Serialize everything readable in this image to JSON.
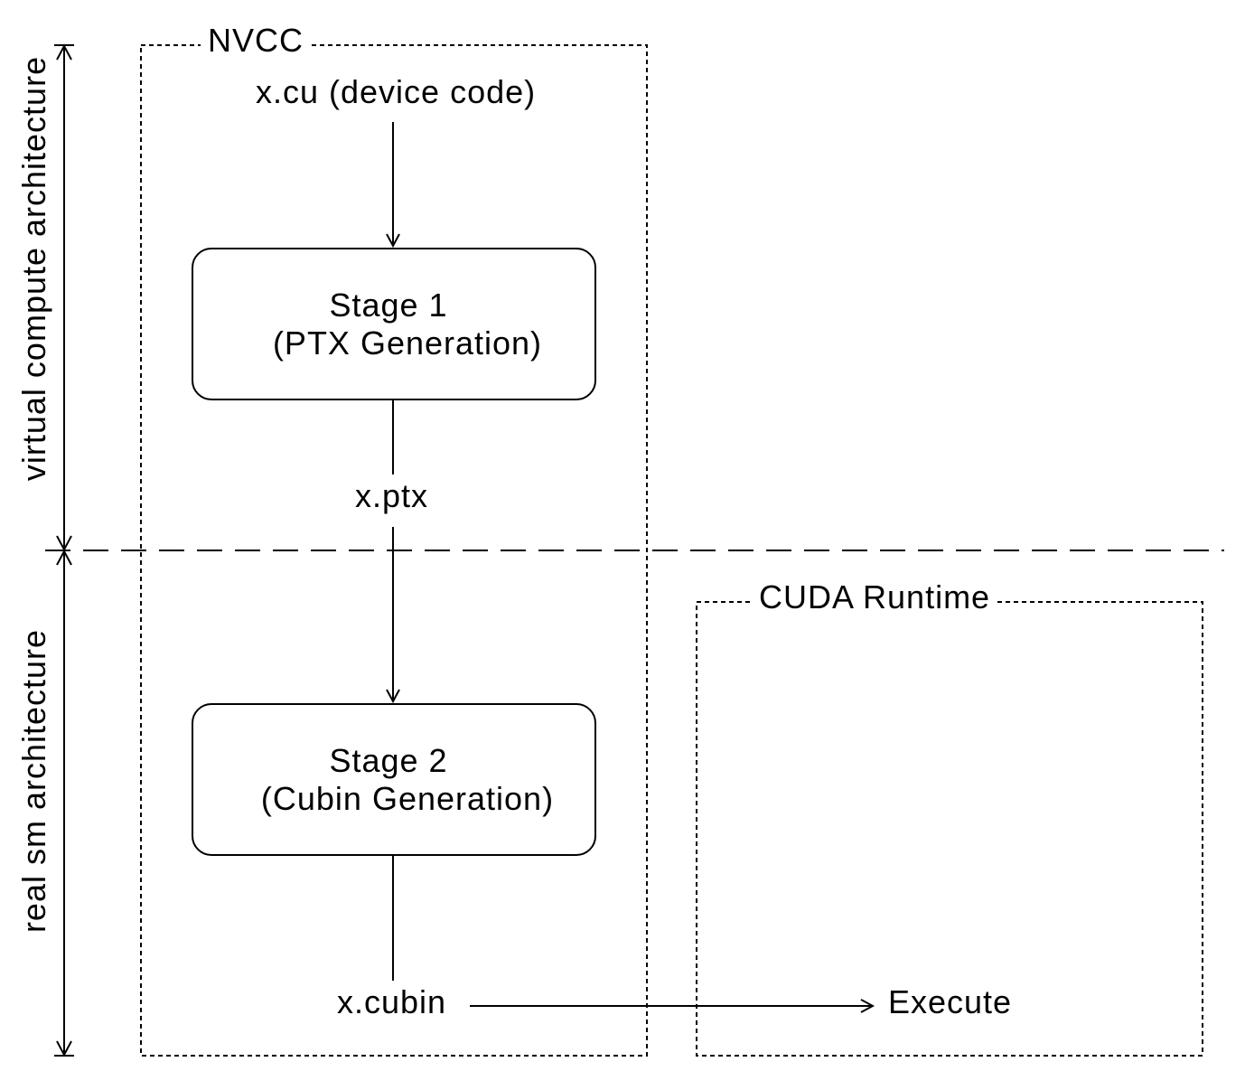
{
  "nvcc": {
    "title": "NVCC"
  },
  "runtime": {
    "title": "CUDA Runtime"
  },
  "input_file": "x.cu (device code)",
  "stage1": {
    "title": "Stage 1",
    "subtitle": "(PTX Generation)"
  },
  "ptx_file": "x.ptx",
  "stage2": {
    "title": "Stage 2",
    "subtitle": "(Cubin Generation)"
  },
  "cubin_file": "x.cubin",
  "execute": "Execute",
  "axis": {
    "virtual": "virtual compute architecture",
    "real": "real sm architecture"
  }
}
